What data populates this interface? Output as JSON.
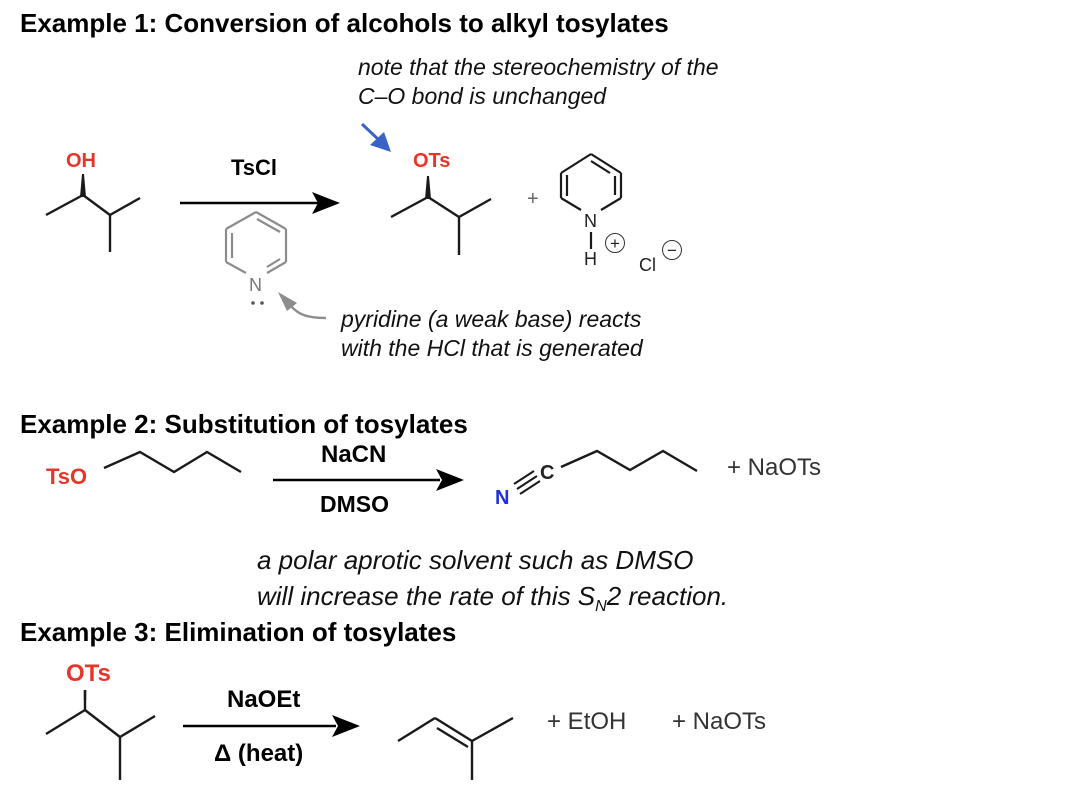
{
  "example1": {
    "heading": "Example 1: Conversion of alcohols to alkyl tosylates",
    "note_top_line1": "note that the stereochemistry of the",
    "note_top_line2": "C–O bond is unchanged",
    "reactant_group": "OH",
    "reagent": "TsCl",
    "product_group": "OTs",
    "plus": "+",
    "pyridine_n": "N",
    "pyridinium_n": "N",
    "pyridinium_h": "H",
    "cation_charge": "+",
    "chloride": "Cl",
    "anion_charge": "−",
    "note_bottom_line1": "pyridine (a weak base)  reacts",
    "note_bottom_line2": "with the HCl that is generated"
  },
  "example2": {
    "heading": "Example 2: Substitution of tosylates",
    "reactant_group": "TsO",
    "reagent_above": "NaCN",
    "reagent_below": "DMSO",
    "nitrile_n": "N",
    "nitrile_c": "C",
    "byproduct": "+ NaOTs",
    "note_line1": "a polar aprotic solvent such as DMSO",
    "note_line2_pre": "will increase the rate of this S",
    "note_line2_sub": "N",
    "note_line2_post": "2 reaction."
  },
  "example3": {
    "heading": "Example 3: Elimination of tosylates",
    "reactant_group": "OTs",
    "reagent_above": "NaOEt",
    "reagent_below": "Δ (heat)",
    "byproduct1": "+ EtOH",
    "byproduct2": "+ NaOTs"
  },
  "colors": {
    "red": "#e8352a",
    "blue_atom": "#1d2fe0",
    "arrow_blue": "#3a63c8",
    "gray_arrow": "#7a7a7a"
  }
}
